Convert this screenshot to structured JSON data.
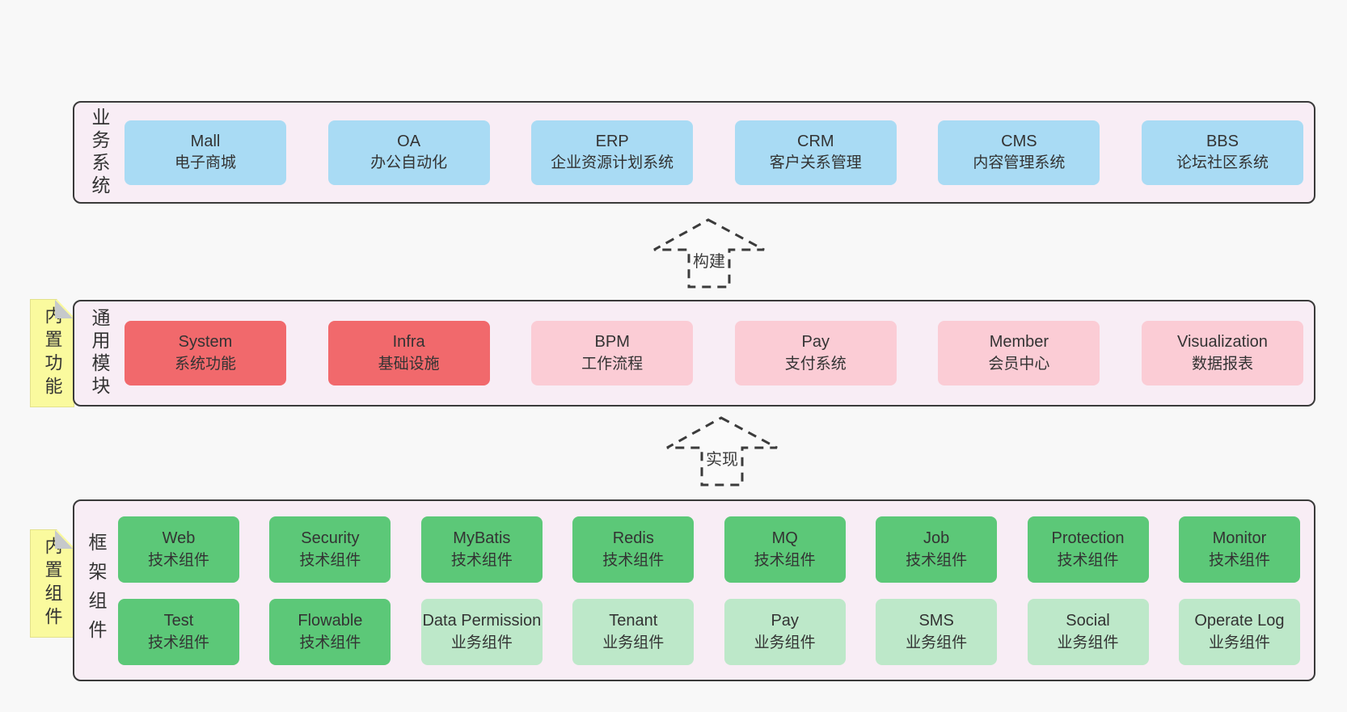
{
  "colors": {
    "background": "#f8f8f8",
    "container_fill": "#f8edf5",
    "container_border": "#3a3a3a",
    "blue_box": "#a9dbf4",
    "red_box": "#f1696c",
    "pink_box": "#fbccd5",
    "green_box": "#5cc878",
    "light_green_box": "#bde8c9",
    "sticky_note": "#fafa9e",
    "note_fold": "#c6c9cb",
    "text": "#333333"
  },
  "arrows": {
    "build": "构建",
    "implement": "实现"
  },
  "layers": {
    "business": {
      "side_label": "业务系统",
      "boxes": [
        {
          "name": "Mall",
          "desc": "电子商城"
        },
        {
          "name": "OA",
          "desc": "办公自动化"
        },
        {
          "name": "ERP",
          "desc": "企业资源计划系统"
        },
        {
          "name": "CRM",
          "desc": "客户关系管理"
        },
        {
          "name": "CMS",
          "desc": "内容管理系统"
        },
        {
          "name": "BBS",
          "desc": "论坛社区系统"
        }
      ]
    },
    "modules": {
      "side_label": "通用模块",
      "sticky_note": "内置功能",
      "boxes": [
        {
          "name": "System",
          "desc": "系统功能"
        },
        {
          "name": "Infra",
          "desc": "基础设施"
        },
        {
          "name": "BPM",
          "desc": "工作流程"
        },
        {
          "name": "Pay",
          "desc": "支付系统"
        },
        {
          "name": "Member",
          "desc": "会员中心"
        },
        {
          "name": "Visualization",
          "desc": "数据报表"
        }
      ]
    },
    "components": {
      "side_label": "框架组件",
      "sticky_note": "内置组件",
      "row1": [
        {
          "name": "Web",
          "desc": "技术组件"
        },
        {
          "name": "Security",
          "desc": "技术组件"
        },
        {
          "name": "MyBatis",
          "desc": "技术组件"
        },
        {
          "name": "Redis",
          "desc": "技术组件"
        },
        {
          "name": "MQ",
          "desc": "技术组件"
        },
        {
          "name": "Job",
          "desc": "技术组件"
        },
        {
          "name": "Protection",
          "desc": "技术组件"
        },
        {
          "name": "Monitor",
          "desc": "技术组件"
        }
      ],
      "row2": [
        {
          "name": "Test",
          "desc": "技术组件"
        },
        {
          "name": "Flowable",
          "desc": "技术组件"
        },
        {
          "name": "Data Permission",
          "desc": "业务组件"
        },
        {
          "name": "Tenant",
          "desc": "业务组件"
        },
        {
          "name": "Pay",
          "desc": "业务组件"
        },
        {
          "name": "SMS",
          "desc": "业务组件"
        },
        {
          "name": "Social",
          "desc": "业务组件"
        },
        {
          "name": "Operate Log",
          "desc": "业务组件"
        }
      ]
    }
  }
}
